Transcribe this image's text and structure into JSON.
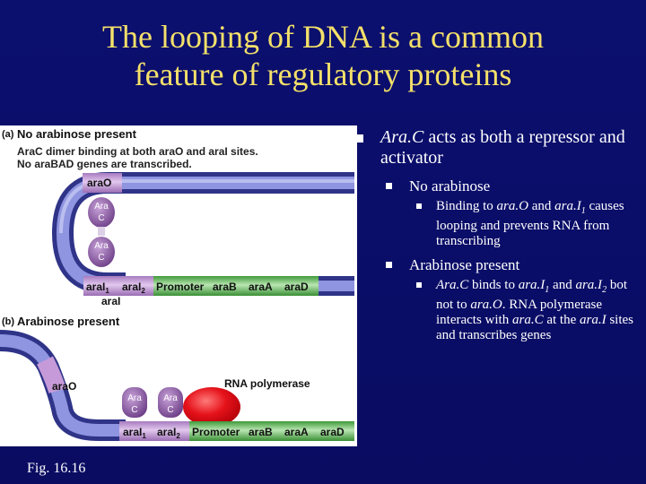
{
  "slide": {
    "title_line1": "The looping of DNA is a common",
    "title_line2": "feature of regulatory proteins",
    "fig_caption": "Fig. 16.16"
  },
  "figure": {
    "panel_a": {
      "label": "(a)",
      "heading": "No arabinose present",
      "desc_line1": "AraC dimer binding at both araO and araI sites.",
      "desc_line2": "No araBAD genes are transcribed.",
      "araO": "araO",
      "protein": "Ara C",
      "protein_line1": "Ara",
      "protein_line2": "C",
      "segments": [
        "araI1",
        "araI2",
        "Promoter",
        "araB",
        "araA",
        "araD"
      ],
      "seg_araI1_base": "araI",
      "seg_araI1_sub": "1",
      "seg_araI2_base": "araI",
      "seg_araI2_sub": "2",
      "seg_promoter": "Promoter",
      "seg_araB": "araB",
      "seg_araA": "araA",
      "seg_araD": "araD",
      "araI_label": "araI"
    },
    "panel_b": {
      "label": "(b)",
      "heading": "Arabinose present",
      "araO": "araO",
      "rna_polymerase": "RNA polymerase",
      "protein_line1": "Ara",
      "protein_line2": "C",
      "seg_araI1_base": "araI",
      "seg_araI1_sub": "1",
      "seg_araI2_base": "araI",
      "seg_araI2_sub": "2",
      "seg_promoter": "Promoter",
      "seg_araB": "araB",
      "seg_araA": "araA",
      "seg_araD": "araD"
    },
    "colors": {
      "dna": "#4a4fb0",
      "dna_highlight": "#8f95e0",
      "arac": "#7b4e93",
      "segment_purple": "#c69ad8",
      "segment_green": "#5bb553",
      "segment_green_light": "#a8dba0",
      "polymerase": "#e5121a",
      "slide_bg": "#0b0f6e",
      "title": "#f4e06a"
    }
  },
  "bullets": {
    "b1_italic": "Ara.C",
    "b1_rest": " acts as both a repressor and activator",
    "b1a": "No arabinose",
    "b1a_i_1": "Binding to ",
    "b1a_i_2": "ara.O",
    "b1a_i_3": " and ",
    "b1a_i_4": "ara.I",
    "b1a_i_sub": "1",
    "b1a_i_5": " causes looping and prevents RNA from transcribing",
    "b1b": "Arabinose present",
    "b1b_i_1": "Ara.C",
    "b1b_i_2": " binds to ",
    "b1b_i_3": "ara.I",
    "b1b_i_sub1": "1",
    "b1b_i_4": " and ",
    "b1b_i_5": "ara.I",
    "b1b_i_sub2": "2",
    "b1b_i_6": " bot not to ",
    "b1b_i_7": "ara.O",
    "b1b_i_8": ".  RNA polymerase interacts with ",
    "b1b_i_9": "ara.C",
    "b1b_i_10": " at the ",
    "b1b_i_11": "ara.I",
    "b1b_i_12": " sites and transcribes genes"
  }
}
